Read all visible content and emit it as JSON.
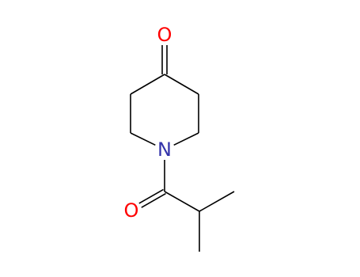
{
  "molecule": {
    "atoms": [
      {
        "id": "o_ketone",
        "element": "O",
        "label": "O",
        "color": "#ff0000"
      },
      {
        "id": "c4",
        "element": "C",
        "label": "",
        "color": "#000000"
      },
      {
        "id": "c3",
        "element": "C",
        "label": "",
        "color": "#000000"
      },
      {
        "id": "c5",
        "element": "C",
        "label": "",
        "color": "#000000"
      },
      {
        "id": "c2",
        "element": "C",
        "label": "",
        "color": "#000000"
      },
      {
        "id": "c6",
        "element": "C",
        "label": "",
        "color": "#000000"
      },
      {
        "id": "n1",
        "element": "N",
        "label": "N",
        "color": "#3333aa"
      },
      {
        "id": "c_acyl",
        "element": "C",
        "label": "",
        "color": "#000000"
      },
      {
        "id": "o_amide",
        "element": "O",
        "label": "O",
        "color": "#ff0000"
      },
      {
        "id": "c_ch",
        "element": "C",
        "label": "",
        "color": "#000000"
      },
      {
        "id": "c_me1",
        "element": "C",
        "label": "",
        "color": "#000000"
      },
      {
        "id": "c_me2",
        "element": "C",
        "label": "",
        "color": "#000000"
      }
    ],
    "bonds": [
      {
        "from": "c4",
        "to": "o_ketone",
        "order": 2
      },
      {
        "from": "c4",
        "to": "c3",
        "order": 1
      },
      {
        "from": "c4",
        "to": "c5",
        "order": 1
      },
      {
        "from": "c3",
        "to": "c2",
        "order": 1
      },
      {
        "from": "c5",
        "to": "c6",
        "order": 1
      },
      {
        "from": "c2",
        "to": "n1",
        "order": 1
      },
      {
        "from": "c6",
        "to": "n1",
        "order": 1
      },
      {
        "from": "n1",
        "to": "c_acyl",
        "order": 1
      },
      {
        "from": "c_acyl",
        "to": "o_amide",
        "order": 2
      },
      {
        "from": "c_acyl",
        "to": "c_ch",
        "order": 1
      },
      {
        "from": "c_ch",
        "to": "c_me1",
        "order": 1
      },
      {
        "from": "c_ch",
        "to": "c_me2",
        "order": 1
      }
    ]
  }
}
